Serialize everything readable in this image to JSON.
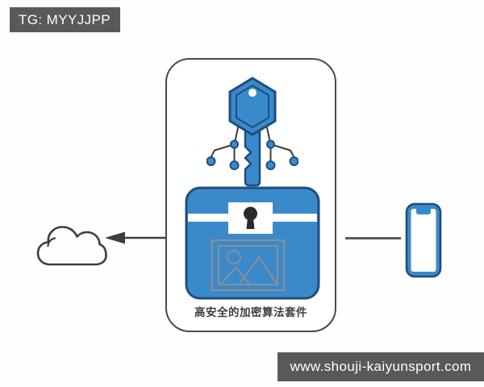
{
  "badges": {
    "telegram": {
      "label": "TG: MYYJJPP"
    },
    "website": {
      "label": "www.shouji-kaiyunsport.com"
    }
  },
  "diagram": {
    "card": {
      "caption": "高安全的加密算法套件"
    },
    "icons": {
      "key": "digital-key-icon",
      "vault": "encrypted-vault-icon",
      "cloud": "cloud-icon",
      "arrow": "arrow-left-icon",
      "phone": "smartphone-icon"
    }
  },
  "colors": {
    "accent_blue": "#3a8acb",
    "outline_navy": "#1d4e7e",
    "badge_gray": "#58595b",
    "line_dark": "#3d3d3d",
    "frame_gray": "#8f8f8f",
    "text_dark": "#3e3e3e"
  }
}
